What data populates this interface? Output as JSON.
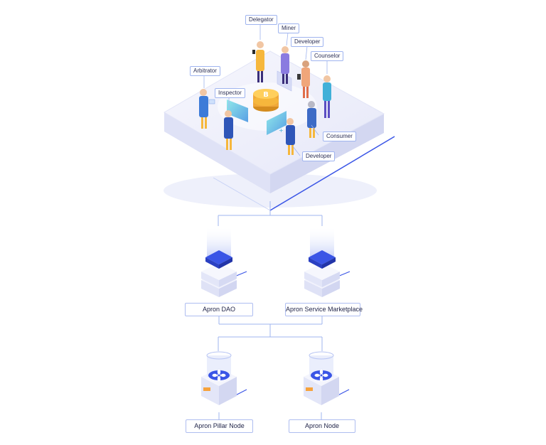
{
  "roles": {
    "delegator": "Delegator",
    "miner": "Miner",
    "developer_top": "Developer",
    "counselor": "Counselor",
    "arbitrator": "Arbitrator",
    "inspector": "Inspector",
    "consumer": "Consumer",
    "developer_bottom": "Developer"
  },
  "components": {
    "dao": "Apron DAO",
    "marketplace": "Apron Service Marketplace",
    "pillar_node": "Apron Pillar Node",
    "node": "Apron Node"
  },
  "colors": {
    "accent": "#3a55e6",
    "line": "#9fb4ef",
    "coin": "#f6b73c",
    "platform": "#eef0fb"
  }
}
